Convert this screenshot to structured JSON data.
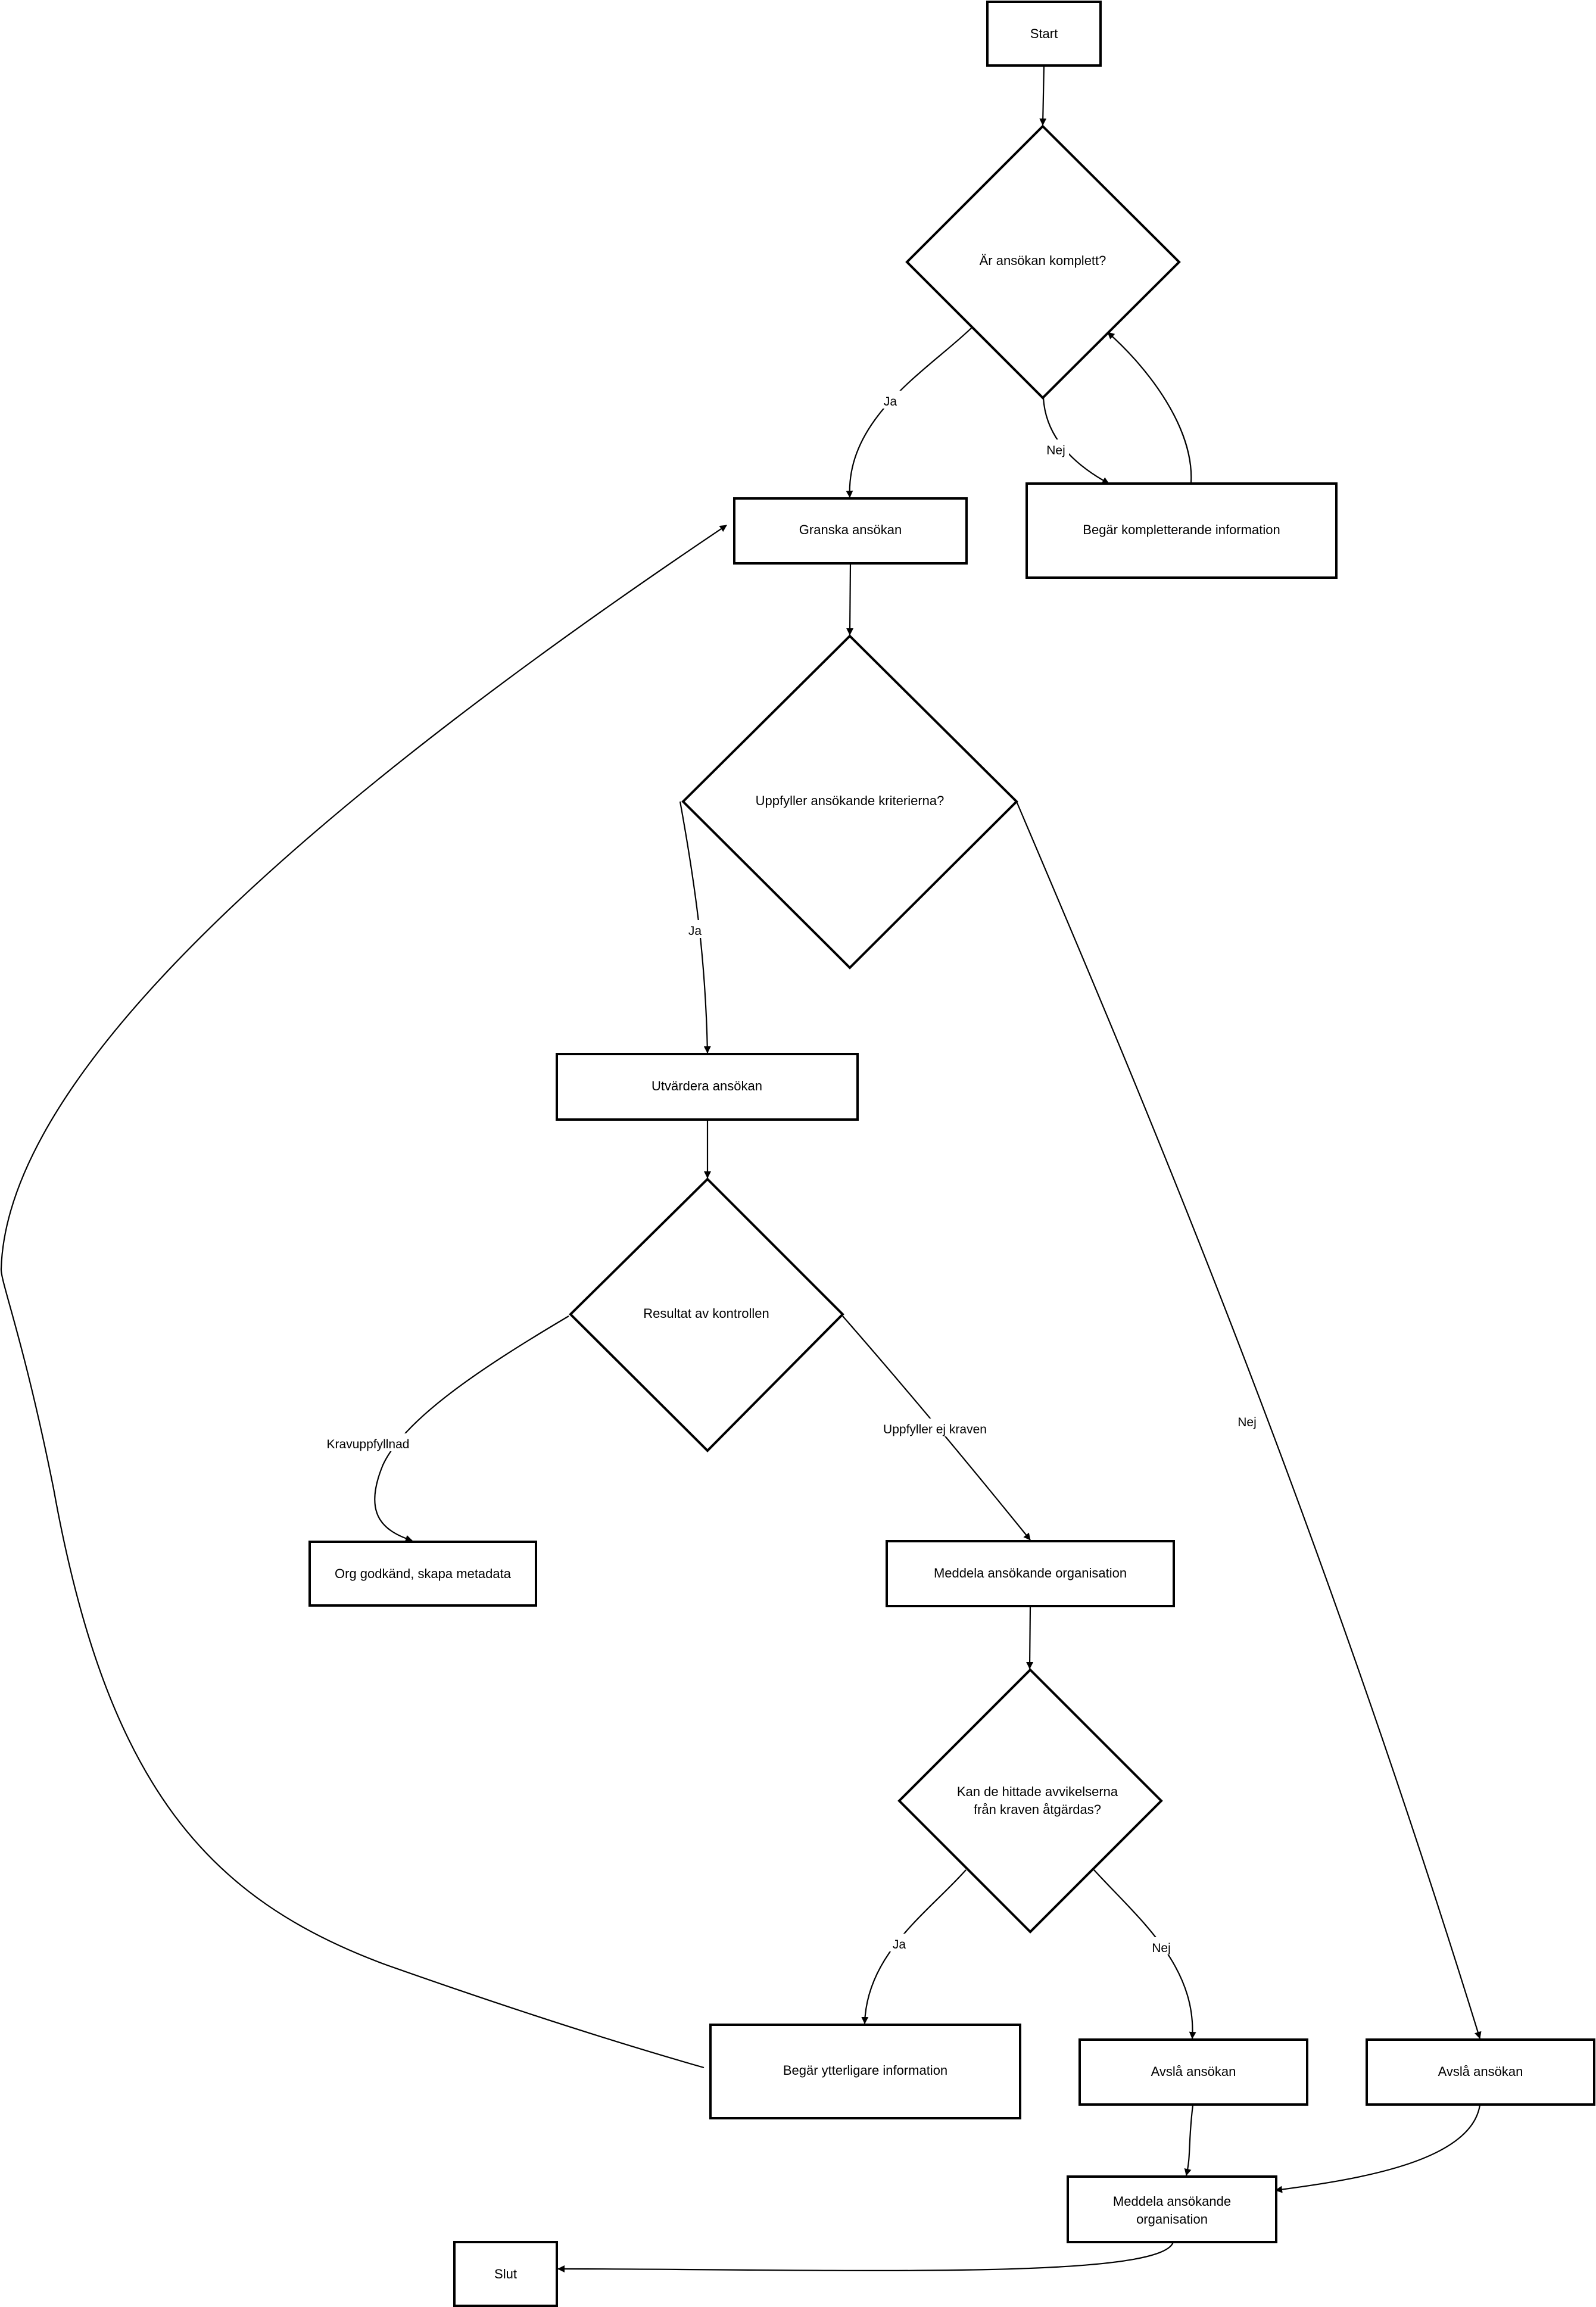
{
  "nodes": {
    "start": "Start",
    "q_complete": "Är ansökan komplett?",
    "review": "Granska ansökan",
    "request_complement": "Begär kompletterande information",
    "q_criteria": "Uppfyller ansökande kriterierna?",
    "evaluate": "Utvärdera ansökan",
    "q_result": "Resultat av kontrollen",
    "approved": "Org godkänd, skapa metadata",
    "notify_org_1": "Meddela ansökande organisation",
    "q_fixable_line1": "Kan de hittade avvikelserna",
    "q_fixable_line2": "från kraven åtgärdas?",
    "request_more": "Begär ytterligare information",
    "reject_1": "Avslå ansökan",
    "reject_2": "Avslå ansökan",
    "notify_org_2_line1": "Meddela ansökande",
    "notify_org_2_line2": "organisation",
    "end": "Slut"
  },
  "edges": {
    "complete_yes": "Ja",
    "complete_no": "Nej",
    "criteria_yes": "Ja",
    "criteria_no": "Nej",
    "result_ok": "Kravuppfyllnad",
    "result_fail": "Uppfyller ej kraven",
    "fixable_yes": "Ja",
    "fixable_no": "Nej"
  }
}
